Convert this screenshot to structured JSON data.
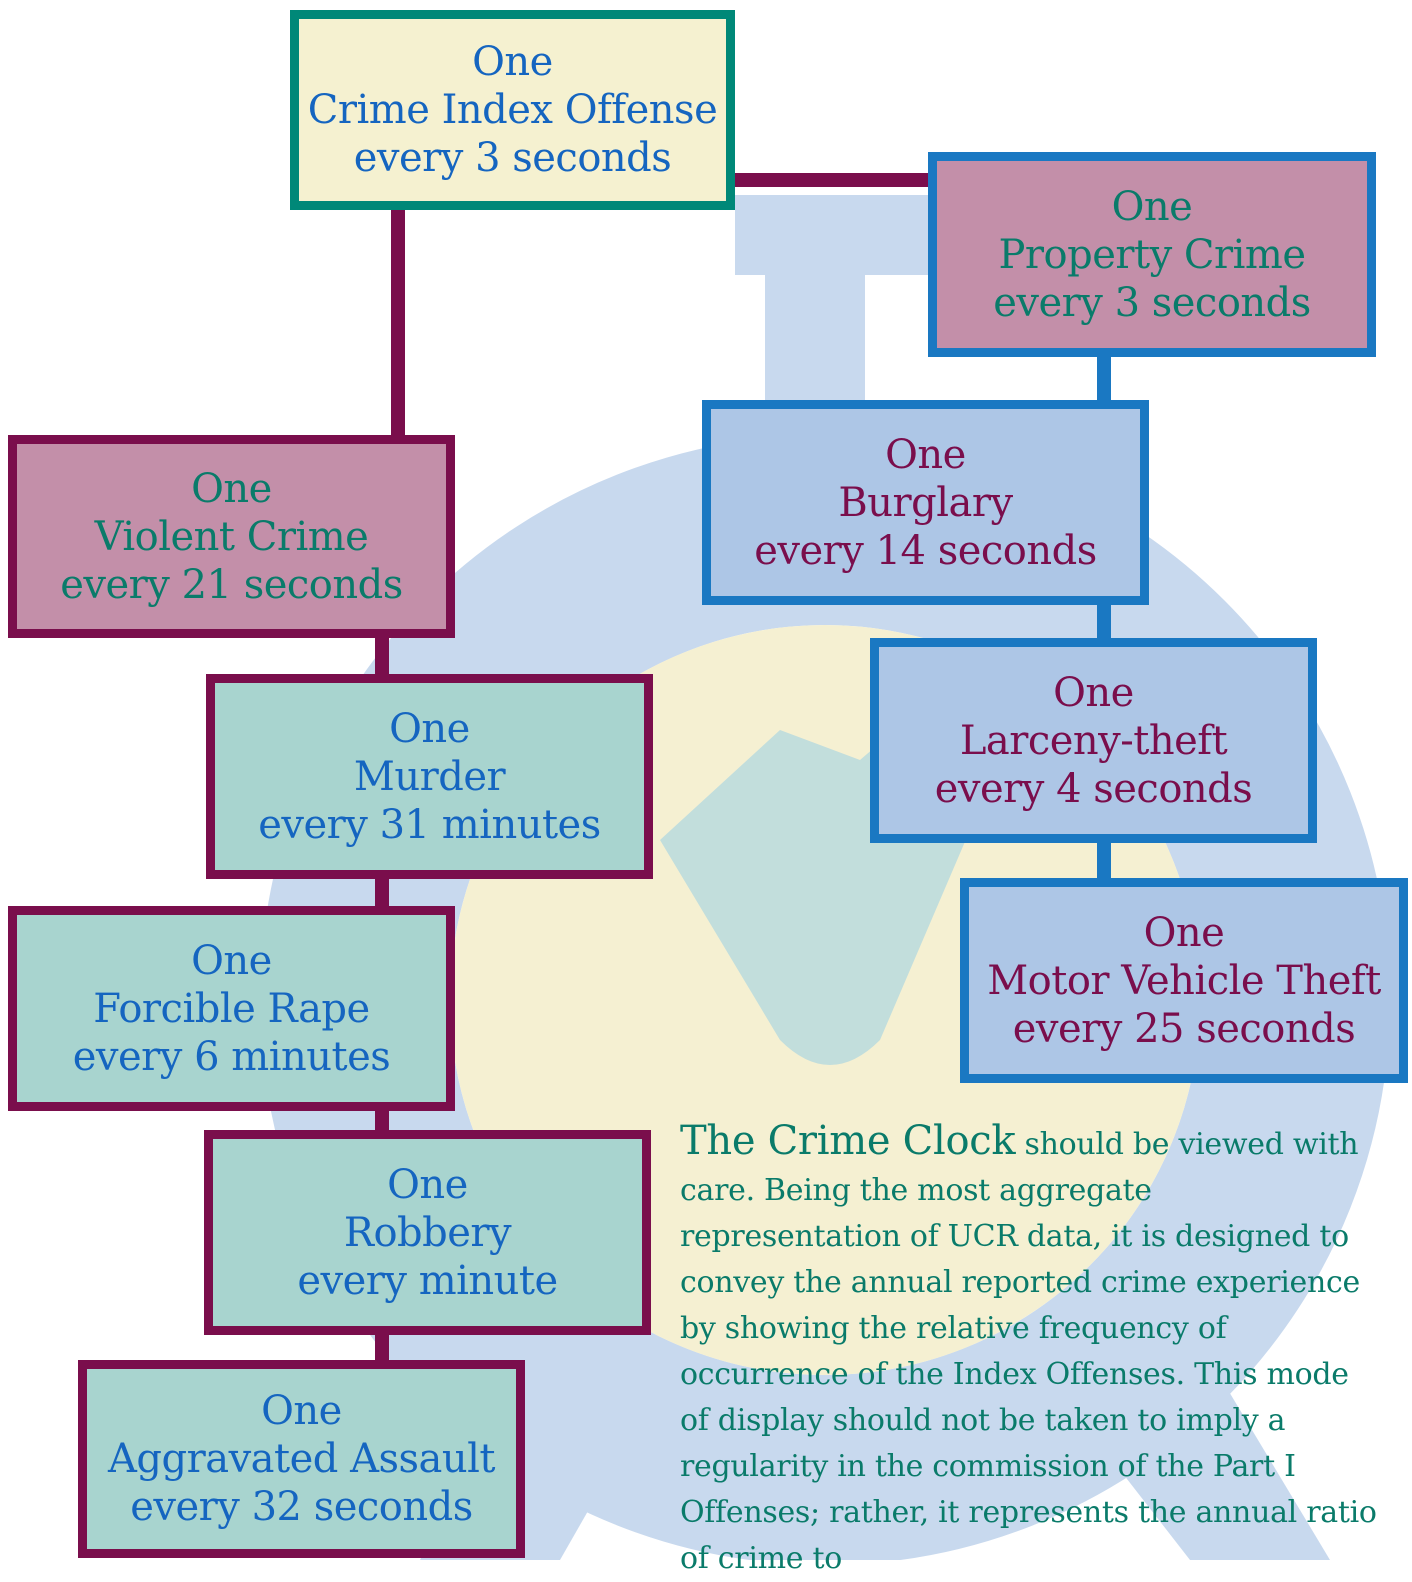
{
  "diagram": {
    "root": {
      "line1": "One",
      "line2": "Crime Index Offense",
      "line3": "every 3 seconds"
    },
    "violent": {
      "line1": "One",
      "line2": "Violent Crime",
      "line3": "every 21 seconds",
      "children": [
        {
          "line1": "One",
          "line2": "Murder",
          "line3": "every 31 minutes"
        },
        {
          "line1": "One",
          "line2": "Forcible Rape",
          "line3": "every 6 minutes"
        },
        {
          "line1": "One",
          "line2": "Robbery",
          "line3": "every  minute"
        },
        {
          "line1": "One",
          "line2": "Aggravated Assault",
          "line3": "every 32 seconds"
        }
      ]
    },
    "property": {
      "line1": "One",
      "line2": "Property Crime",
      "line3": "every 3 seconds",
      "children": [
        {
          "line1": "One",
          "line2": "Burglary",
          "line3": "every 14 seconds"
        },
        {
          "line1": "One",
          "line2": "Larceny-theft",
          "line3": "every 4 seconds"
        },
        {
          "line1": "One",
          "line2": "Motor Vehicle Theft",
          "line3": "every 25 seconds"
        }
      ]
    }
  },
  "note": {
    "heading": "The Crime Clock",
    "body": " should be viewed with care.  Being the most aggregate representation of UCR data, it is designed to convey the annual reported crime experience by showing the relative frequency of occurrence of the Index Offenses. This mode of display should not be taken to imply a regularity in the commission of the Part I Offenses; rather, it represents the annual ratio of crime to"
  },
  "colors": {
    "violet": "#7a0e4c",
    "teal": "#008878",
    "blue": "#1a78c2",
    "clock_face": "#f5f0d2",
    "clock_ring": "#c8d9ee",
    "clock_hands": "#c2dedc"
  }
}
